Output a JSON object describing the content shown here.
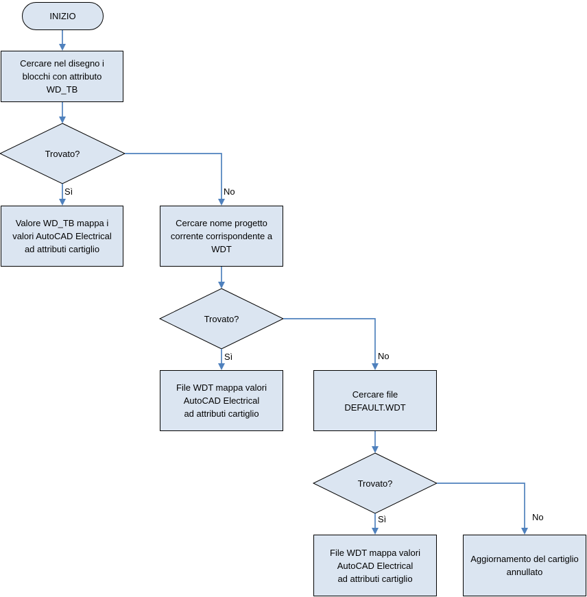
{
  "flowchart": {
    "colors": {
      "shape_fill": "#dbe5f1",
      "shape_border": "#000000",
      "connector": "#4f81bd",
      "text": "#000000"
    },
    "nodes": [
      {
        "id": "start",
        "type": "terminator",
        "text": "INIZIO"
      },
      {
        "id": "search-blocks",
        "type": "process",
        "text": "Cercare nel disegno i\nblocchi con attributo\nWD_TB"
      },
      {
        "id": "found-1",
        "type": "decision",
        "text": "Trovato?"
      },
      {
        "id": "wdtb-maps",
        "type": "process",
        "text": "Valore WD_TB mappa i\nvalori AutoCAD Electrical\nad attributi cartiglio"
      },
      {
        "id": "search-project",
        "type": "process",
        "text": "Cercare nome progetto\ncorrente corrispondente a\nWDT"
      },
      {
        "id": "found-2",
        "type": "decision",
        "text": "Trovato?"
      },
      {
        "id": "wdt-maps-1",
        "type": "process",
        "text": "File WDT mappa valori\nAutoCAD Electrical\nad attributi cartiglio"
      },
      {
        "id": "search-default",
        "type": "process",
        "text": "Cercare file\nDEFAULT.WDT"
      },
      {
        "id": "found-3",
        "type": "decision",
        "text": "Trovato?"
      },
      {
        "id": "wdt-maps-2",
        "type": "process",
        "text": "File WDT mappa valori\nAutoCAD Electrical\nad attributi cartiglio"
      },
      {
        "id": "update-cancelled",
        "type": "process",
        "text": "Aggiornamento del cartiglio\nannullato"
      }
    ],
    "edge_labels": [
      {
        "edge": "found1-yes",
        "text": "Sì"
      },
      {
        "edge": "found1-no",
        "text": "No"
      },
      {
        "edge": "found2-yes",
        "text": "Sì"
      },
      {
        "edge": "found2-no",
        "text": "No"
      },
      {
        "edge": "found3-yes",
        "text": "Sì"
      },
      {
        "edge": "found3-no",
        "text": "No"
      }
    ]
  }
}
